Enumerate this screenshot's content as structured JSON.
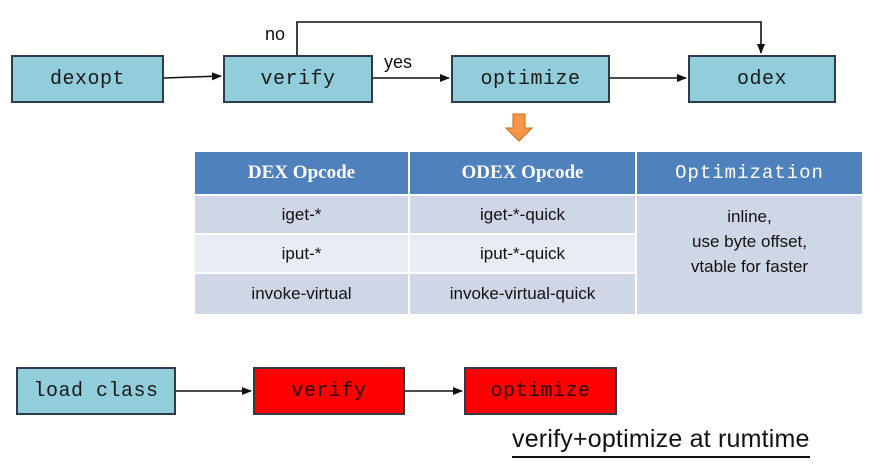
{
  "top_flow": {
    "dexopt": "dexopt",
    "verify": "verify",
    "optimize": "optimize",
    "odex": "odex",
    "no_label": "no",
    "yes_label": "yes"
  },
  "table": {
    "headers": [
      "DEX Opcode",
      "ODEX Opcode",
      "Optimization"
    ],
    "rows": [
      [
        "iget-*",
        "iget-*-quick"
      ],
      [
        "iput-*",
        "iput-*-quick"
      ],
      [
        "invoke-virtual",
        "invoke-virtual-quick"
      ]
    ],
    "optimization_lines": [
      "inline,",
      "use byte offset,",
      "vtable for faster"
    ]
  },
  "bottom_flow": {
    "load_class": "load class",
    "verify": "verify",
    "optimize": "optimize"
  },
  "footer": "verify+optimize at rumtime",
  "colors": {
    "blue_box": "#92cddc",
    "red_box": "#ff0000",
    "table_header": "#4f81bd",
    "table_row_dark": "#cfd7e6",
    "table_row_light": "#e8ecf3",
    "down_arrow": "#f79646"
  }
}
